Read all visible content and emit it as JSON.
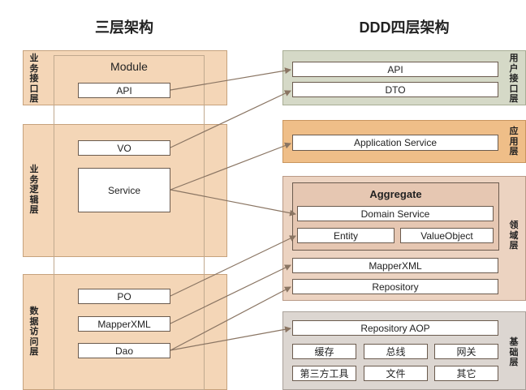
{
  "left_title": "三层架构",
  "right_title": "DDD四层架构",
  "left": {
    "layers": {
      "interface": "业务接口层",
      "logic": "业务逻辑层",
      "data": "数据访问层"
    },
    "module_title": "Module",
    "boxes": {
      "api": "API",
      "vo": "VO",
      "service": "Service",
      "po": "PO",
      "mapperxml": "MapperXML",
      "dao": "Dao"
    }
  },
  "right": {
    "layers": {
      "user": "用户接口层",
      "application": "应用层",
      "domain": "领域层",
      "infrastructure": "基础层"
    },
    "boxes": {
      "api": "API",
      "dto": "DTO",
      "application_service": "Application Service",
      "aggregate_title": "Aggregate",
      "domain_service": "Domain Service",
      "entity": "Entity",
      "valueobject": "ValueObject",
      "mapperxml": "MapperXML",
      "repository": "Repository",
      "repository_aop": "Repository AOP",
      "cache": "缓存",
      "bus": "总线",
      "gateway": "网关",
      "third_party": "第三方工具",
      "file": "文件",
      "other": "其它"
    }
  }
}
